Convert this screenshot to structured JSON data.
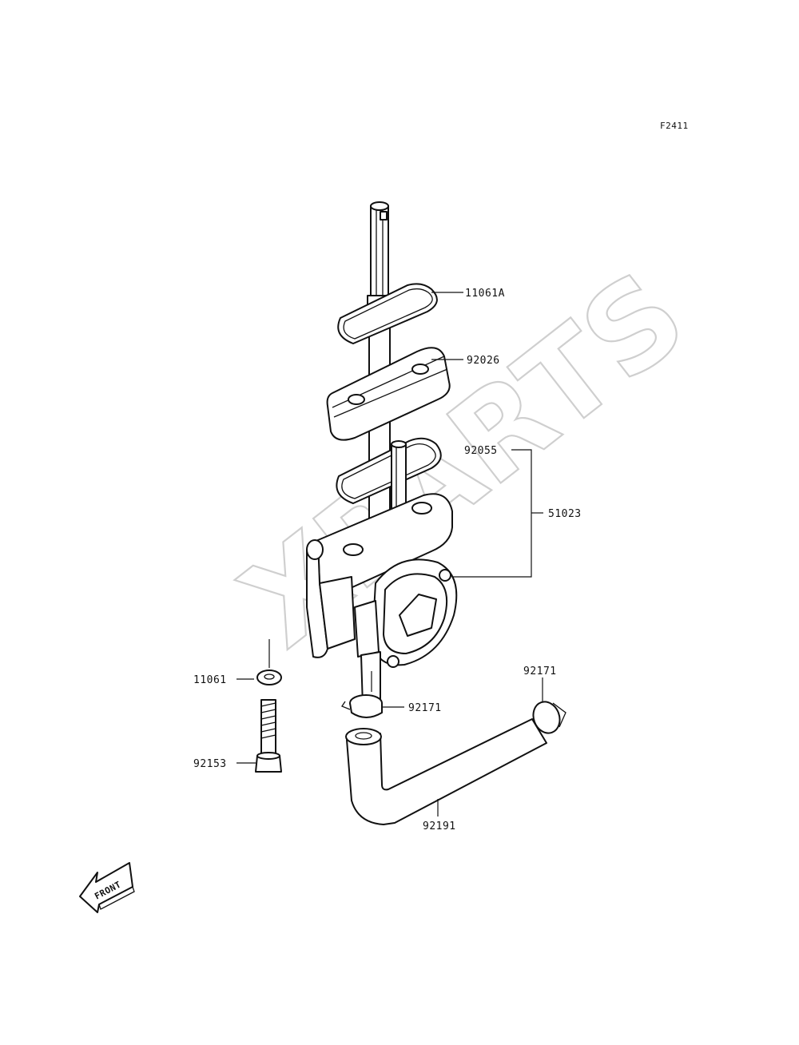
{
  "diagram": {
    "figure_code": "F2411",
    "watermark": "XPARTS",
    "front_marker": "FRONT",
    "callouts": [
      {
        "id": "11061A",
        "label": "11061A"
      },
      {
        "id": "92026",
        "label": "92026"
      },
      {
        "id": "92055",
        "label": "92055"
      },
      {
        "id": "51023",
        "label": "51023"
      },
      {
        "id": "11061",
        "label": "11061"
      },
      {
        "id": "92171a",
        "label": "92171"
      },
      {
        "id": "92171b",
        "label": "92171"
      },
      {
        "id": "92153",
        "label": "92153"
      },
      {
        "id": "92191",
        "label": "92191"
      }
    ]
  }
}
